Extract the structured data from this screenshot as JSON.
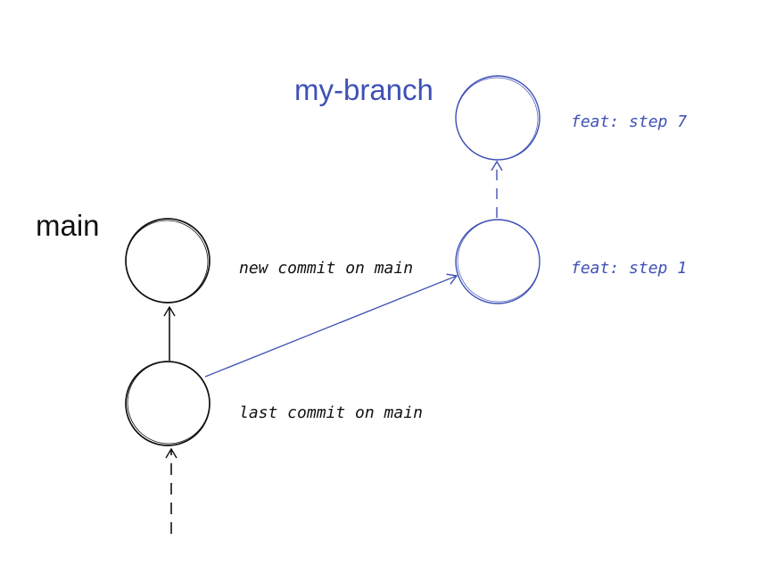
{
  "branches": {
    "main": {
      "label": "main",
      "color": "#111111"
    },
    "feature": {
      "label": "my-branch",
      "color": "#3f51b5"
    }
  },
  "notes": {
    "new_commit": "new commit on main",
    "last_commit": "last commit on main",
    "feat_step_1": "feat: step 1",
    "feat_step_2": "feat: step 7"
  }
}
